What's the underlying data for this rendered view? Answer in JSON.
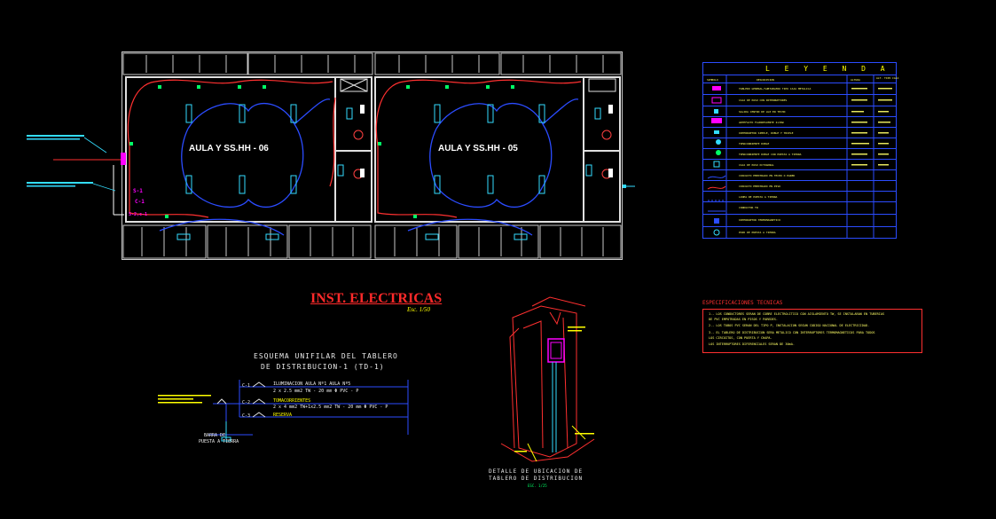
{
  "plan": {
    "rooms": [
      {
        "label": "AULA Y SS.HH - 06"
      },
      {
        "label": "AULA Y SS.HH - 05"
      }
    ],
    "feed_labels": [
      "S-1",
      "C-1",
      "S-2,c-1"
    ]
  },
  "title_block": {
    "title": "INST. ELECTRICAS",
    "scale": "Esc. 1/50"
  },
  "unifilar": {
    "title_line1": "ESQUEMA UNIFILAR DEL TABLERO",
    "title_line2": "DE DISTRIBUCION-1 (TD-1)",
    "circuits": [
      {
        "id": "C-1",
        "desc": "ILUMINACION AULA Nº1 AULA Nº5",
        "spec": "2 x 2.5 mm2 TW - 20 mm Φ PVC - P"
      },
      {
        "id": "C-2",
        "desc": "TOMACORRIENTES",
        "spec": "2 x 4 mm2 TW+1x2.5 mm2 TW - 20 mm Φ PVC - P"
      },
      {
        "id": "C-3",
        "desc": "RESERVA",
        "spec": ""
      }
    ],
    "ground_label_1": "BARRA DE",
    "ground_label_2": "PUESTA A TIERRA"
  },
  "legend": {
    "title": "L E Y E N D A",
    "headers": [
      "SIMBOLO",
      "DESCRIPCION",
      "ALTURA",
      "ALT. TIPO CAJA"
    ],
    "rows": [
      "TABLERO GENERAL/SUBTABLERO TIPO CAJA METALICA",
      "CAJA DE PASO CON INTERRUPTORES",
      "SALIDA CENTRO DE LUZ EN TECHO",
      "ARTEFACTO FLUORESCENTE 2x36W",
      "INTERRUPTOR SIMPLE, DOBLE Y TRIPLE",
      "TOMACORRIENTE DOBLE",
      "TOMACORRIENTE DOBLE CON PUESTA A TIERRA",
      "CAJA DE PASO OCTOGONAL",
      "CIRCUITO EMPOTRADO EN TECHO O PARED",
      "CIRCUITO EMPOTRADO EN PISO",
      "LINEA DE PUESTA A TIERRA",
      "CONDUCTOR TW",
      "INTERRUPTOR TERMOMAGNETICO",
      "POZO DE PUESTA A TIERRA"
    ]
  },
  "specs": {
    "title": "ESPECIFICACIONES TECNICAS",
    "lines": [
      "1.- LOS CONDUCTORES SERAN DE COBRE ELECTROLITICO CON AISLAMIENTO TW, SE INSTALARAN EN TUBERIAS",
      "    DE PVC EMPOTRADAS EN PISOS Y PAREDES.",
      "2.- LOS TUBOS PVC SERAN DEL TIPO P, INSTALACION SEGUN CODIGO NACIONAL DE ELECTRICIDAD.",
      "3.- EL TABLERO DE DISTRIBUCION SERA METALICO CON INTERRUPTORES TERMOMAGNETICOS PARA TODOS",
      "    LOS CIRCUITOS, CON PUERTA Y CHAPA.",
      "    LOS INTERRUPTORES DIFERENCIALES SERAN DE 30mA."
    ]
  },
  "detail": {
    "title_line1": "DETALLE DE UBICACION DE",
    "title_line2": "TABLERO DE DISTRIBUCION",
    "scale": "ESC. 1/25"
  }
}
